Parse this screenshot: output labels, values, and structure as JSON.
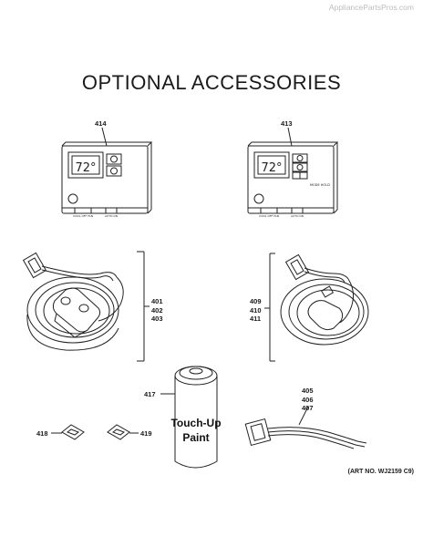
{
  "watermark": "AppliancePartsPros.com",
  "title": "OPTIONAL ACCESSORIES",
  "art_number": "(ART NO. WJ2159 C9)",
  "parts": {
    "thermostat_left": {
      "number": "414",
      "display": "72°",
      "label_left": "COOL OFF FAN",
      "label_right": "AUTO ON"
    },
    "thermostat_right": {
      "number": "413",
      "display": "72°",
      "mode_label": "MODE HOLD",
      "label_left": "COOL OFF FAN",
      "label_right": "AUTO ON"
    },
    "cord_left": {
      "numbers": [
        "401",
        "402",
        "403"
      ]
    },
    "cord_right": {
      "numbers": [
        "409",
        "410",
        "411"
      ]
    },
    "paint": {
      "number": "417",
      "can_text_line1": "Touch-Up",
      "can_text_line2": "Paint"
    },
    "patch_left": {
      "number": "418"
    },
    "patch_right": {
      "number": "419"
    },
    "harness": {
      "numbers": [
        "405",
        "406",
        "407"
      ]
    }
  }
}
